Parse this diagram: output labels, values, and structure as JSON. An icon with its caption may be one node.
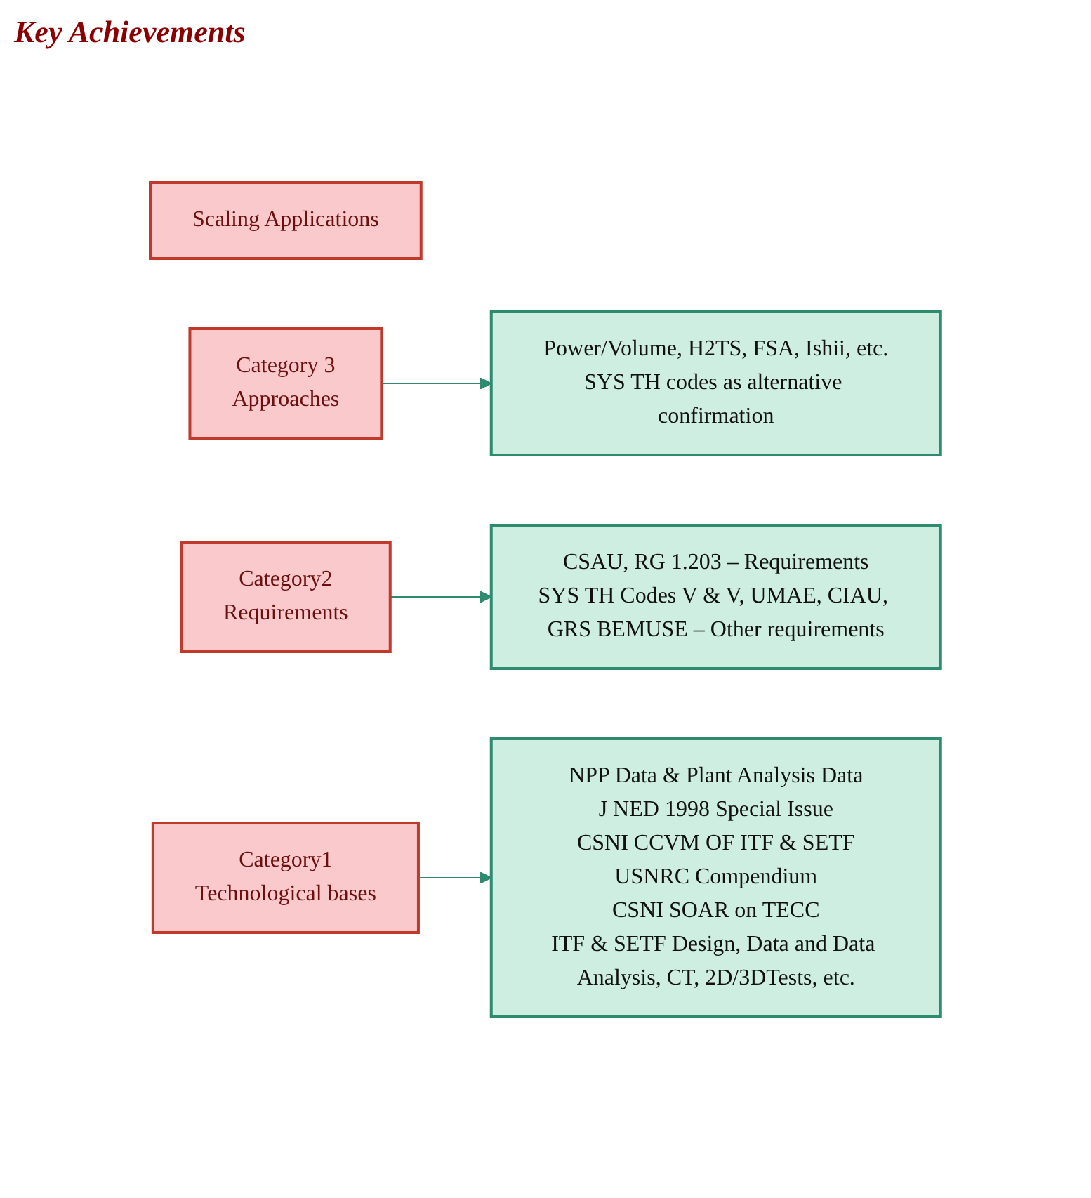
{
  "diagram": {
    "nodes": [
      {
        "text": [
          "Scaling Applications"
        ]
      },
      {
        "text": [
          "Category 3",
          "Approaches"
        ]
      },
      {
        "text": [
          "Power/Volume, H2TS, FSA, Ishii, etc.",
          "SYS TH codes as alternative confirmation"
        ]
      },
      {
        "text": [
          "Category2",
          "Requirements"
        ]
      },
      {
        "text": [
          "CSAU, RG 1.203 – Requirements",
          "SYS TH Codes V & V, UMAE, CIAU, GRS BEMUSE – Other requirements"
        ]
      },
      {
        "text": [
          "Category1",
          "Technological bases"
        ]
      },
      {
        "text": [
          "NPP Data & Plant Analysis Data",
          "J NED 1998 Special Issue",
          "CSNI CCVM OF ITF & SETF",
          "USNRC Compendium",
          "CSNI SOAR on TECC",
          "ITF & SETF Design, Data and Data Analysis, CT, 2D/3DTests, etc."
        ]
      }
    ],
    "edges": [
      {
        "from": 1,
        "to": 2,
        "arrow": "to"
      },
      {
        "from": 3,
        "to": 4,
        "arrow": "to"
      },
      {
        "from": 5,
        "to": 6,
        "arrow": "to"
      }
    ],
    "labels": [
      "Key Achievements"
    ]
  }
}
